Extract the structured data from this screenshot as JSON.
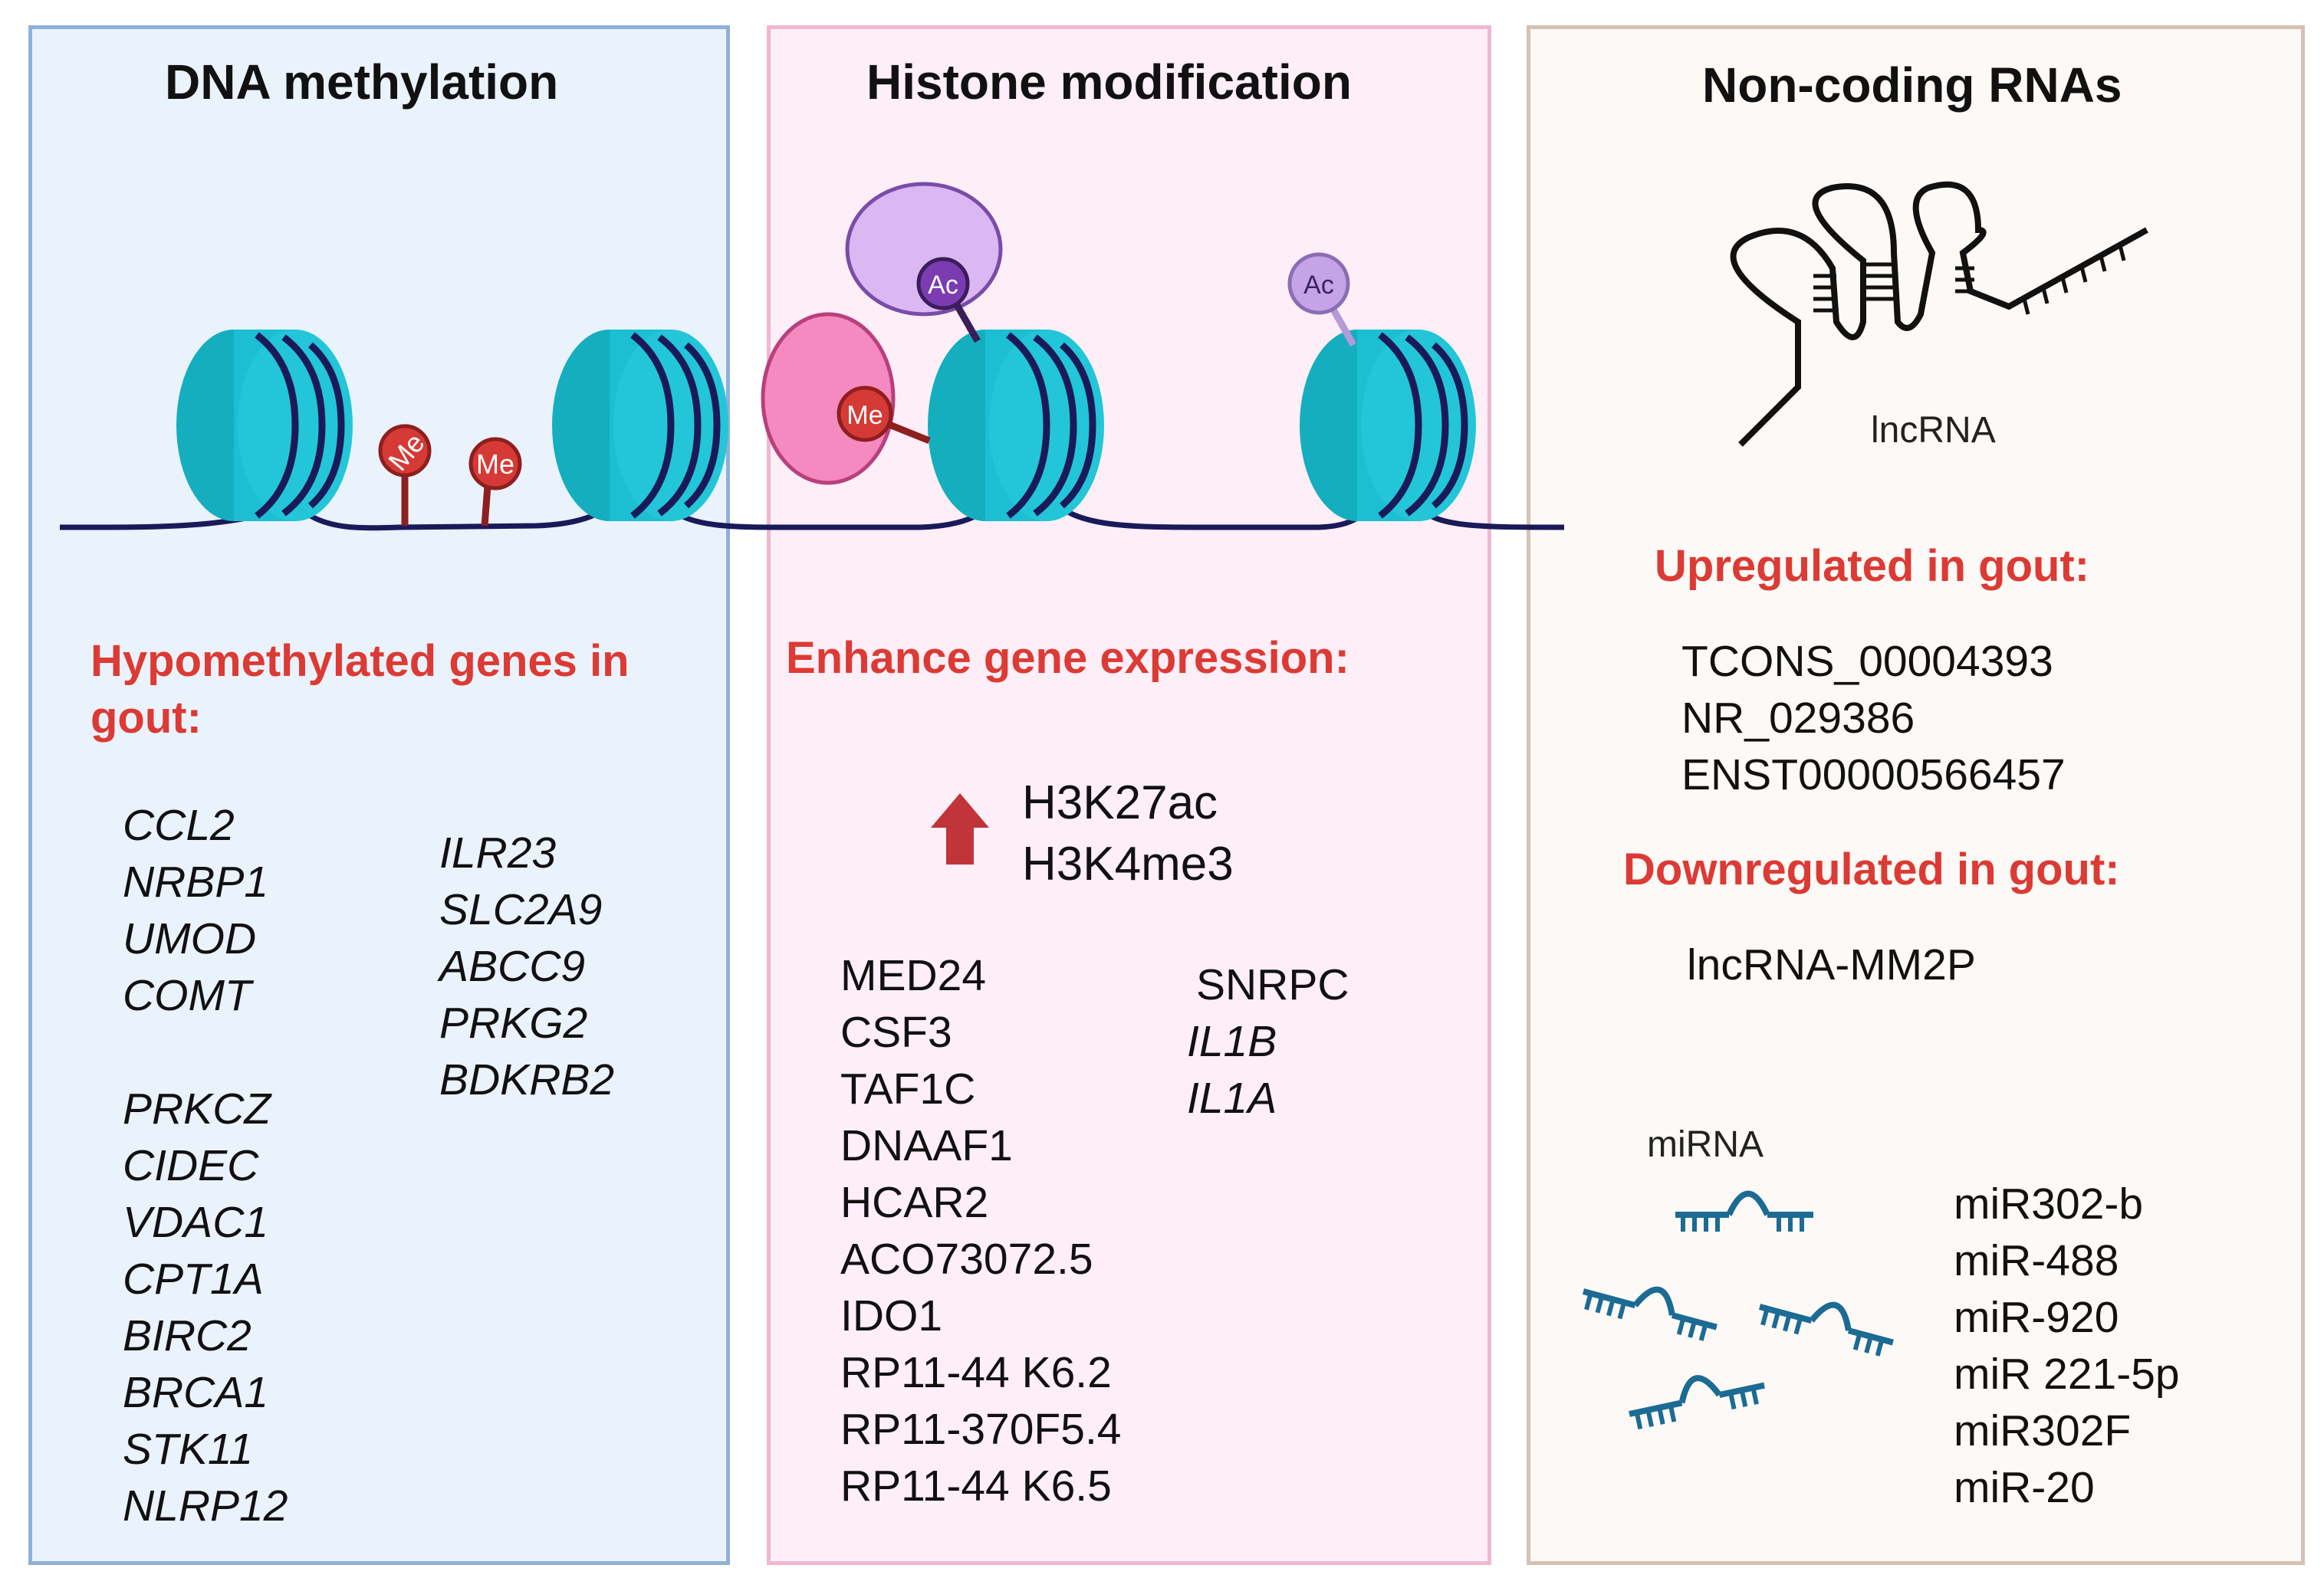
{
  "panels": {
    "dna": {
      "title": "DNA methylation",
      "heading": "Hypomethylated genes in gout:",
      "genes_col1": [
        "CCL2",
        "NRBP1",
        "UMOD",
        "COMT"
      ],
      "genes_col1b": [
        "PRKCZ",
        "CIDEC",
        "VDAC1",
        "CPT1A",
        "BIRC2",
        "BRCA1",
        "STK11",
        "NLRP12"
      ],
      "genes_col2": [
        "ILR23",
        "SLC2A9",
        "ABCC9",
        "PRKG2",
        "BDKRB2"
      ],
      "mark_label": "Me"
    },
    "histone": {
      "title": "Histone modification",
      "heading": "Enhance gene expression:",
      "marks": [
        "H3K27ac",
        "H3K4me3"
      ],
      "genes_col1": [
        "MED24",
        "CSF3",
        "TAF1C",
        "DNAAF1",
        "HCAR2",
        "ACO73072.5",
        "IDO1",
        "RP11-44 K6.2",
        "RP11-370F5.4",
        "RP11-44 K6.5"
      ],
      "genes_col2": [
        "SNRPC",
        "IL1B",
        "IL1A"
      ],
      "ac_label": "Ac",
      "me_label": "Me"
    },
    "ncrna": {
      "title": "Non-coding RNAs",
      "lncrna_label": "lncRNA",
      "up_heading": "Upregulated in gout:",
      "up_list": [
        "TCONS_00004393",
        "NR_029386",
        "ENST00000566457"
      ],
      "down_heading": "Downregulated in gout:",
      "down_list": [
        "lncRNA-MM2P"
      ],
      "mirna_label": "miRNA",
      "mirna_list": [
        "miR302-b",
        "miR-488",
        "miR-920",
        "miR 221-5p",
        "miR302F",
        "miR-20"
      ]
    }
  },
  "colors": {
    "red_heading": "#dc3a34",
    "nucleosome": "#1bbfd1",
    "dna_strand": "#1a1a5a",
    "methyl": "#d63a36",
    "acetyl_light": "#c5a3e6",
    "mirna": "#1b6b94"
  }
}
